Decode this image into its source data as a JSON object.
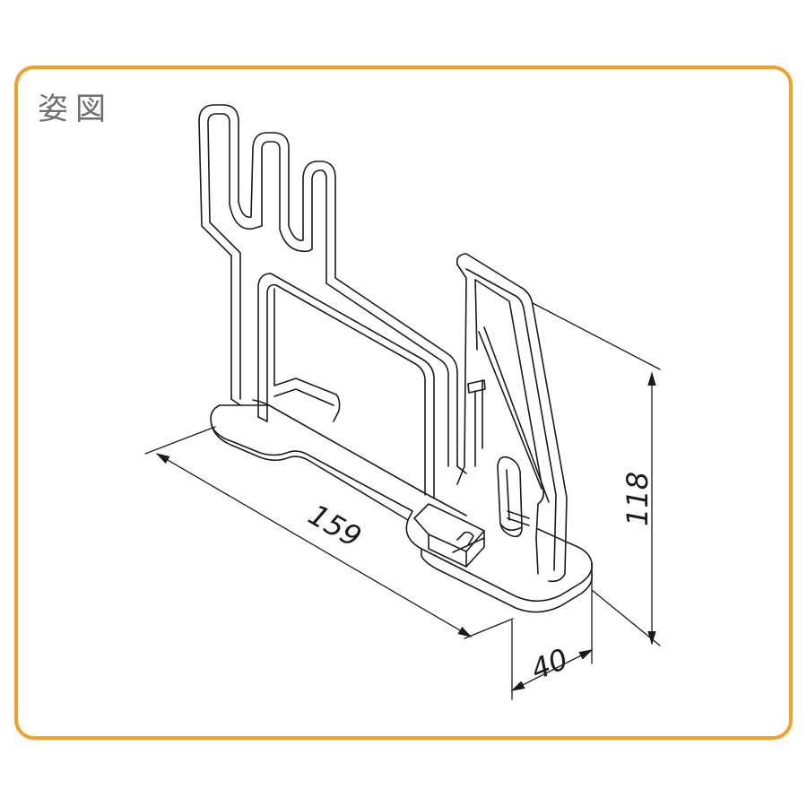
{
  "title": "姿図",
  "dimensions": {
    "length": "159",
    "height": "118",
    "depth": "40"
  },
  "colors": {
    "frame_border": "#f0a12a",
    "title": "#6e6e6e",
    "line": "#1a1a1a"
  }
}
